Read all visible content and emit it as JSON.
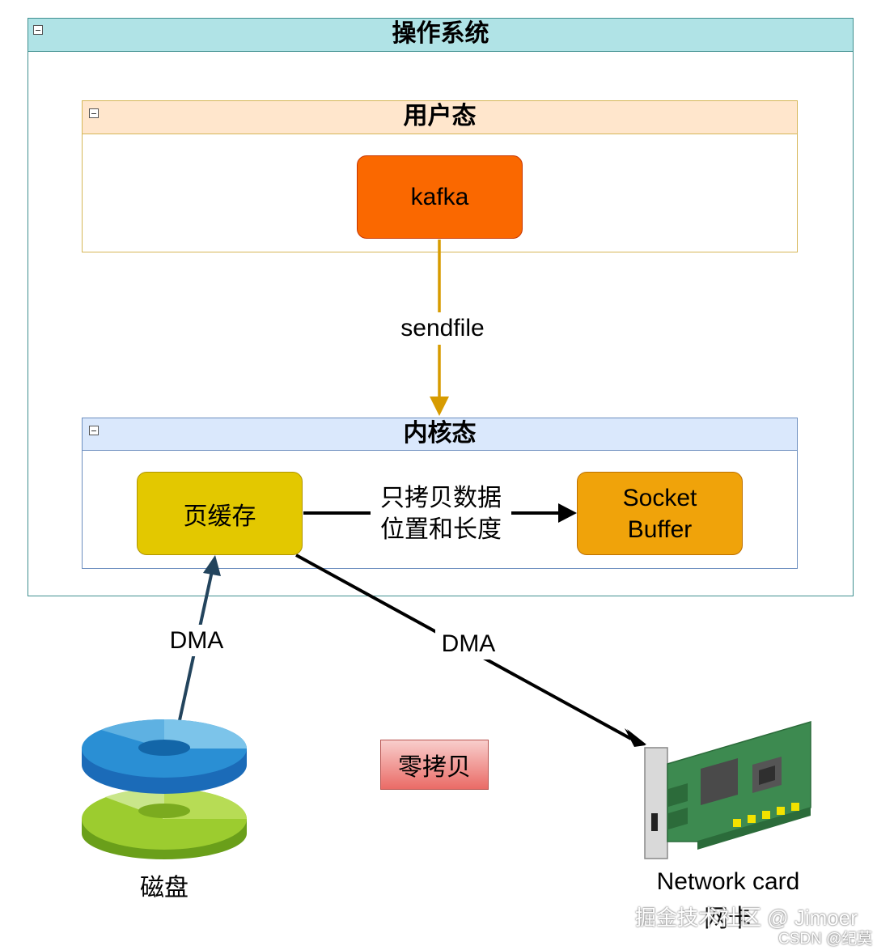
{
  "containers": {
    "os": {
      "title": "操作系统"
    },
    "user_space": {
      "title": "用户态"
    },
    "kernel_space": {
      "title": "内核态"
    }
  },
  "nodes": {
    "kafka": "kafka",
    "page_cache": "页缓存",
    "socket_buffer_line1": "Socket",
    "socket_buffer_line2": "Buffer",
    "zero_copy": "零拷贝"
  },
  "edges": {
    "sendfile": "sendfile",
    "copy_meta_line1": "只拷贝数据",
    "copy_meta_line2": "位置和长度",
    "dma_disk": "DMA",
    "dma_nic": "DMA"
  },
  "devices": {
    "disk": "磁盘",
    "nic_line1": "Network card",
    "nic_line2": "网卡"
  },
  "watermarks": {
    "juejin": "掘金技术社区 @ Jimoer",
    "csdn": "CSDN @纪莫"
  },
  "colors": {
    "os_header": "#b0e3e6",
    "user_header": "#ffe6cc",
    "kernel_header": "#dae8fc",
    "kafka": "#fa6800",
    "page_cache": "#e3c800",
    "socket_buffer": "#f0a30a",
    "zero_copy": "#f8cecc",
    "sendfile_arrow": "#d79b00",
    "dma_disk_arrow": "#23445d"
  }
}
